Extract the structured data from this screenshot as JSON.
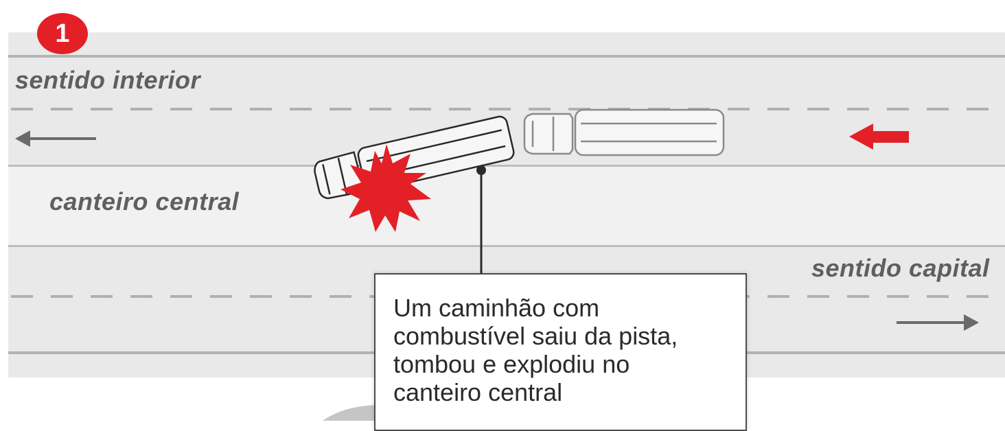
{
  "step_badge": "1",
  "labels": {
    "interior": "sentido interior",
    "median": "canteiro central",
    "capital": "sentido capital"
  },
  "callout_text": "Um caminhão com combustível saiu da pista, tombou e explodiu no canteiro central",
  "colors": {
    "accent_red": "#e32026",
    "road": "#e9e9e9",
    "median": "#f1f1f1",
    "text_gray": "#5f5f5f"
  },
  "icons": {
    "direction_left": "arrow-left-icon",
    "direction_right": "arrow-right-icon",
    "hazard": "explosion-icon",
    "vehicle": "truck-icon"
  }
}
